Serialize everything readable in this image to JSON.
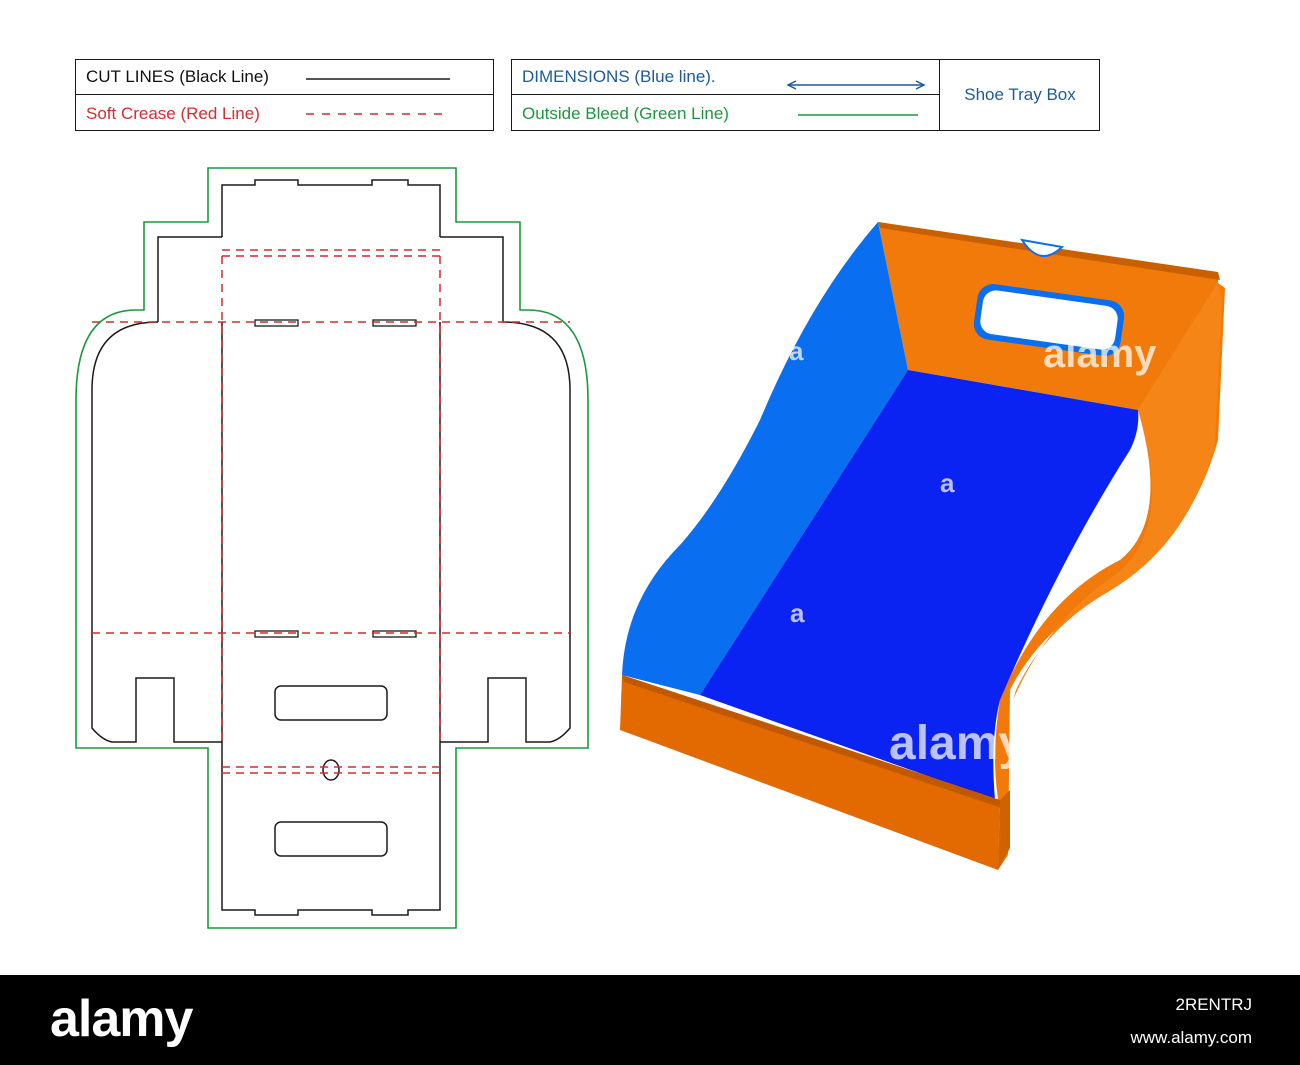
{
  "legend": {
    "cut_lines": "CUT LINES (Black Line)",
    "soft_crease": "Soft Crease (Red Line)",
    "dimensions": "DIMENSIONS (Blue line).",
    "outside_bleed": "Outside Bleed (Green Line)",
    "box_title": "Shoe Tray Box"
  },
  "colors": {
    "cut": "#1a1a1a",
    "crease": "#d42d2d",
    "dimension": "#1e5a99",
    "bleed": "#1a9a3c",
    "box_orange": "#f27a0a",
    "box_orange_dark": "#e26a00",
    "box_blue_light": "#0a6ef0",
    "box_blue_dark": "#0a22f2"
  },
  "watermarks": {
    "brand": "alamy",
    "letter": "a"
  },
  "footer": {
    "logo": "alamy",
    "image_id": "2RENTRJ",
    "url": "www.alamy.com"
  }
}
